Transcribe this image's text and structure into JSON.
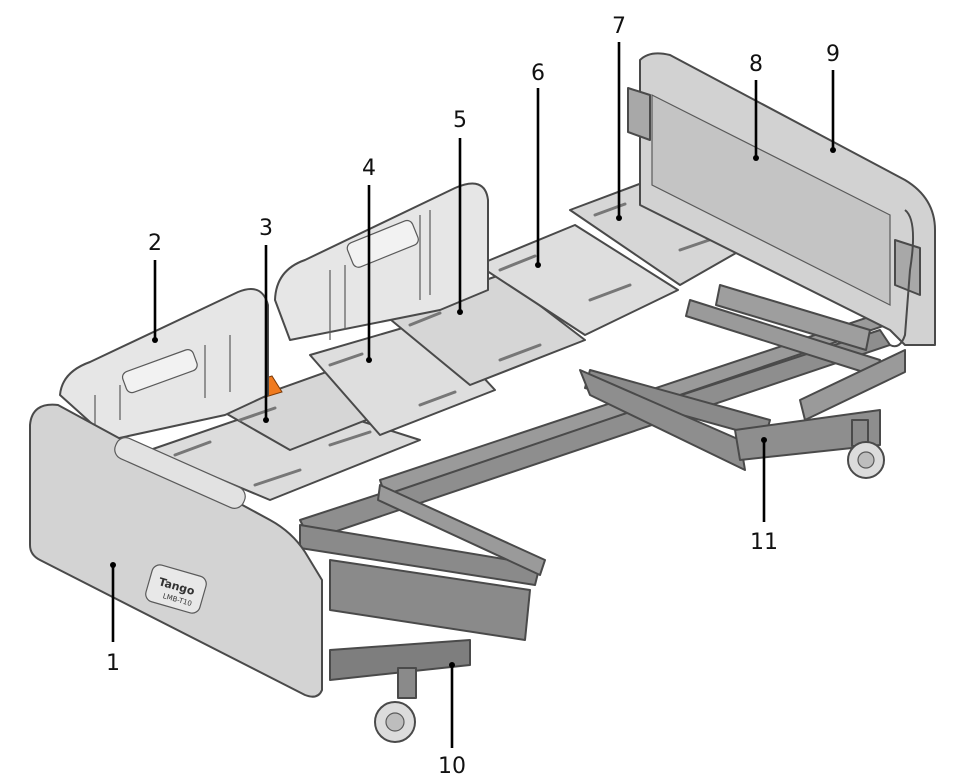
{
  "diagram": {
    "colors": {
      "panel": "#d6d6d6",
      "panel_light": "#e4e4e4",
      "frame": "#8e8e8e",
      "frame_dark": "#6e6e6e",
      "rail": "#cfcfcf",
      "accent": "#f07a1e",
      "outline": "#3c3c3c"
    },
    "footboard_branding": {
      "brand": "Tango",
      "model": "LMB-T10"
    },
    "callouts": [
      {
        "number": "1"
      },
      {
        "number": "2"
      },
      {
        "number": "3"
      },
      {
        "number": "4"
      },
      {
        "number": "5"
      },
      {
        "number": "6"
      },
      {
        "number": "7"
      },
      {
        "number": "8"
      },
      {
        "number": "9"
      },
      {
        "number": "10"
      },
      {
        "number": "11"
      }
    ]
  }
}
